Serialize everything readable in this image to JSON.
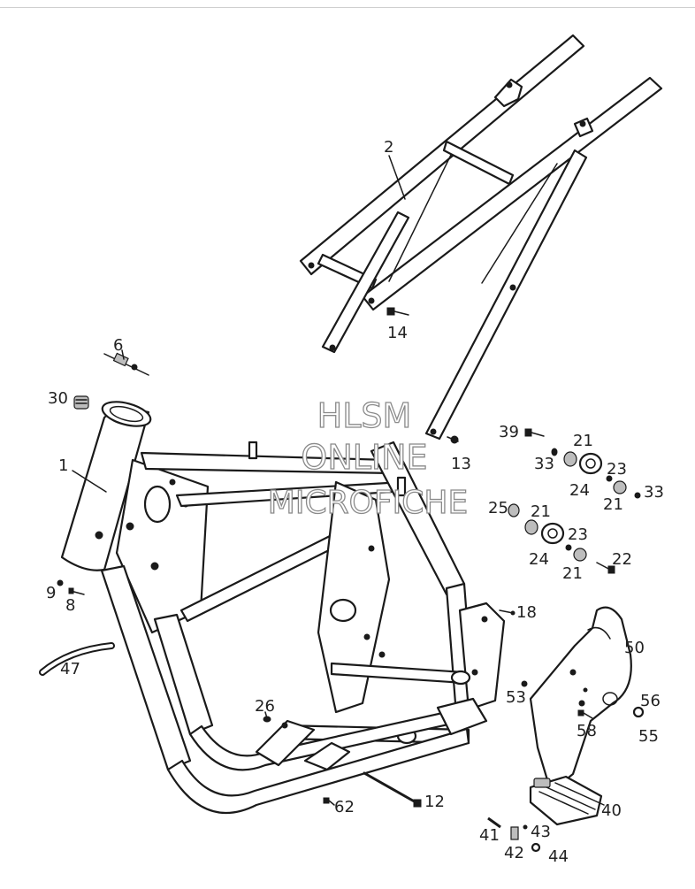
{
  "watermark": {
    "line1": "HLSM",
    "line2": "ONLINE",
    "line3": "MICROFICHE"
  },
  "callouts": [
    {
      "id": "c1",
      "label": "1"
    },
    {
      "id": "c2",
      "label": "2"
    },
    {
      "id": "c6",
      "label": "6"
    },
    {
      "id": "c8",
      "label": "8"
    },
    {
      "id": "c9",
      "label": "9"
    },
    {
      "id": "c12",
      "label": "12"
    },
    {
      "id": "c13",
      "label": "13"
    },
    {
      "id": "c14",
      "label": "14"
    },
    {
      "id": "c18",
      "label": "18"
    },
    {
      "id": "c21a",
      "label": "21"
    },
    {
      "id": "c21b",
      "label": "21"
    },
    {
      "id": "c21c",
      "label": "21"
    },
    {
      "id": "c21d",
      "label": "21"
    },
    {
      "id": "c22",
      "label": "22"
    },
    {
      "id": "c23a",
      "label": "23"
    },
    {
      "id": "c23b",
      "label": "23"
    },
    {
      "id": "c24a",
      "label": "24"
    },
    {
      "id": "c24b",
      "label": "24"
    },
    {
      "id": "c25",
      "label": "25"
    },
    {
      "id": "c26",
      "label": "26"
    },
    {
      "id": "c30",
      "label": "30"
    },
    {
      "id": "c33a",
      "label": "33"
    },
    {
      "id": "c33b",
      "label": "33"
    },
    {
      "id": "c39",
      "label": "39"
    },
    {
      "id": "c40",
      "label": "40"
    },
    {
      "id": "c41",
      "label": "41"
    },
    {
      "id": "c42",
      "label": "42"
    },
    {
      "id": "c43",
      "label": "43"
    },
    {
      "id": "c44",
      "label": "44"
    },
    {
      "id": "c47",
      "label": "47"
    },
    {
      "id": "c50",
      "label": "50"
    },
    {
      "id": "c53",
      "label": "53"
    },
    {
      "id": "c55",
      "label": "55"
    },
    {
      "id": "c56",
      "label": "56"
    },
    {
      "id": "c58",
      "label": "58"
    },
    {
      "id": "c62",
      "label": "62"
    }
  ]
}
